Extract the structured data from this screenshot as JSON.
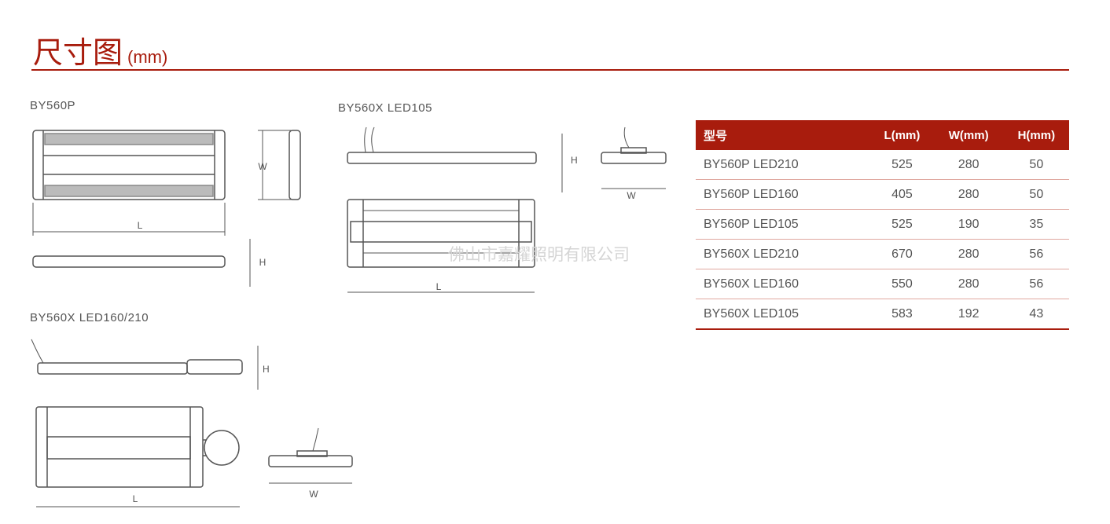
{
  "header": {
    "title": "尺寸图",
    "unit": "(mm)"
  },
  "drawings": {
    "by560p": {
      "label": "BY560P",
      "dims": {
        "w": "W",
        "l": "L",
        "h": "H"
      }
    },
    "by560x_105": {
      "label": "BY560X LED105",
      "dims": {
        "w": "W",
        "l": "L",
        "h": "H"
      }
    },
    "by560x_160_210": {
      "label": "BY560X LED160/210",
      "dims": {
        "w": "W",
        "l": "L",
        "h": "H"
      }
    }
  },
  "watermark": "佛山市嘉耀照明有限公司",
  "table": {
    "headers": [
      "型号",
      "L(mm)",
      "W(mm)",
      "H(mm)"
    ],
    "rows": [
      [
        "BY560P LED210",
        "525",
        "280",
        "50"
      ],
      [
        "BY560P LED160",
        "405",
        "280",
        "50"
      ],
      [
        "BY560P LED105",
        "525",
        "190",
        "35"
      ],
      [
        "BY560X LED210",
        "670",
        "280",
        "56"
      ],
      [
        "BY560X LED160",
        "550",
        "280",
        "56"
      ],
      [
        "BY560X LED105",
        "583",
        "192",
        "43"
      ]
    ]
  },
  "colors": {
    "accent": "#a81c0d"
  }
}
